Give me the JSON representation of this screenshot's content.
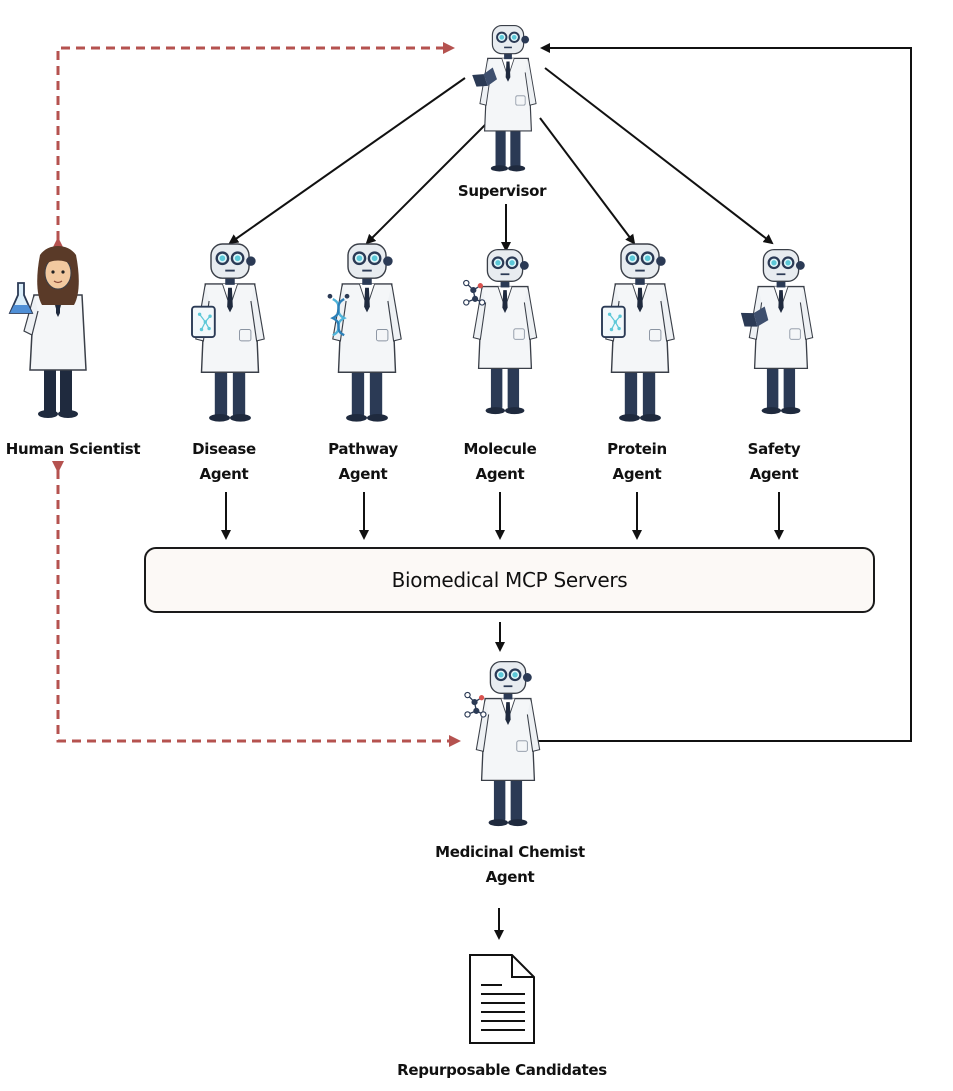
{
  "diagram": {
    "colors": {
      "solid_arrow": "#111111",
      "dashed_arrow": "#b5524f",
      "coat": "#f4f6f8",
      "robot_head": "#e8ecf0",
      "eye": "#5cc8d8",
      "pants": "#2b3a55",
      "mcp_fill": "#fcf9f6"
    },
    "supervisor": {
      "label": "Supervisor",
      "icon": "robot-reading-tablet"
    },
    "human": {
      "label": "Human Scientist",
      "icon": "human-scientist-with-flask"
    },
    "agents": [
      {
        "line1": "Disease",
        "line2": "Agent",
        "icon": "robot-with-network-tablet"
      },
      {
        "line1": "Pathway",
        "line2": "Agent",
        "icon": "robot-with-dna"
      },
      {
        "line1": "Molecule",
        "line2": "Agent",
        "icon": "robot-with-molecule"
      },
      {
        "line1": "Protein",
        "line2": "Agent",
        "icon": "robot-with-network-tablet"
      },
      {
        "line1": "Safety",
        "line2": "Agent",
        "icon": "robot-reading-book"
      }
    ],
    "mcp": {
      "label": "Biomedical MCP Servers"
    },
    "chemist": {
      "line1": "Medicinal Chemist",
      "line2": "Agent",
      "icon": "robot-with-molecule"
    },
    "output": {
      "label": "Repurposable Candidates",
      "icon": "document-icon"
    }
  }
}
